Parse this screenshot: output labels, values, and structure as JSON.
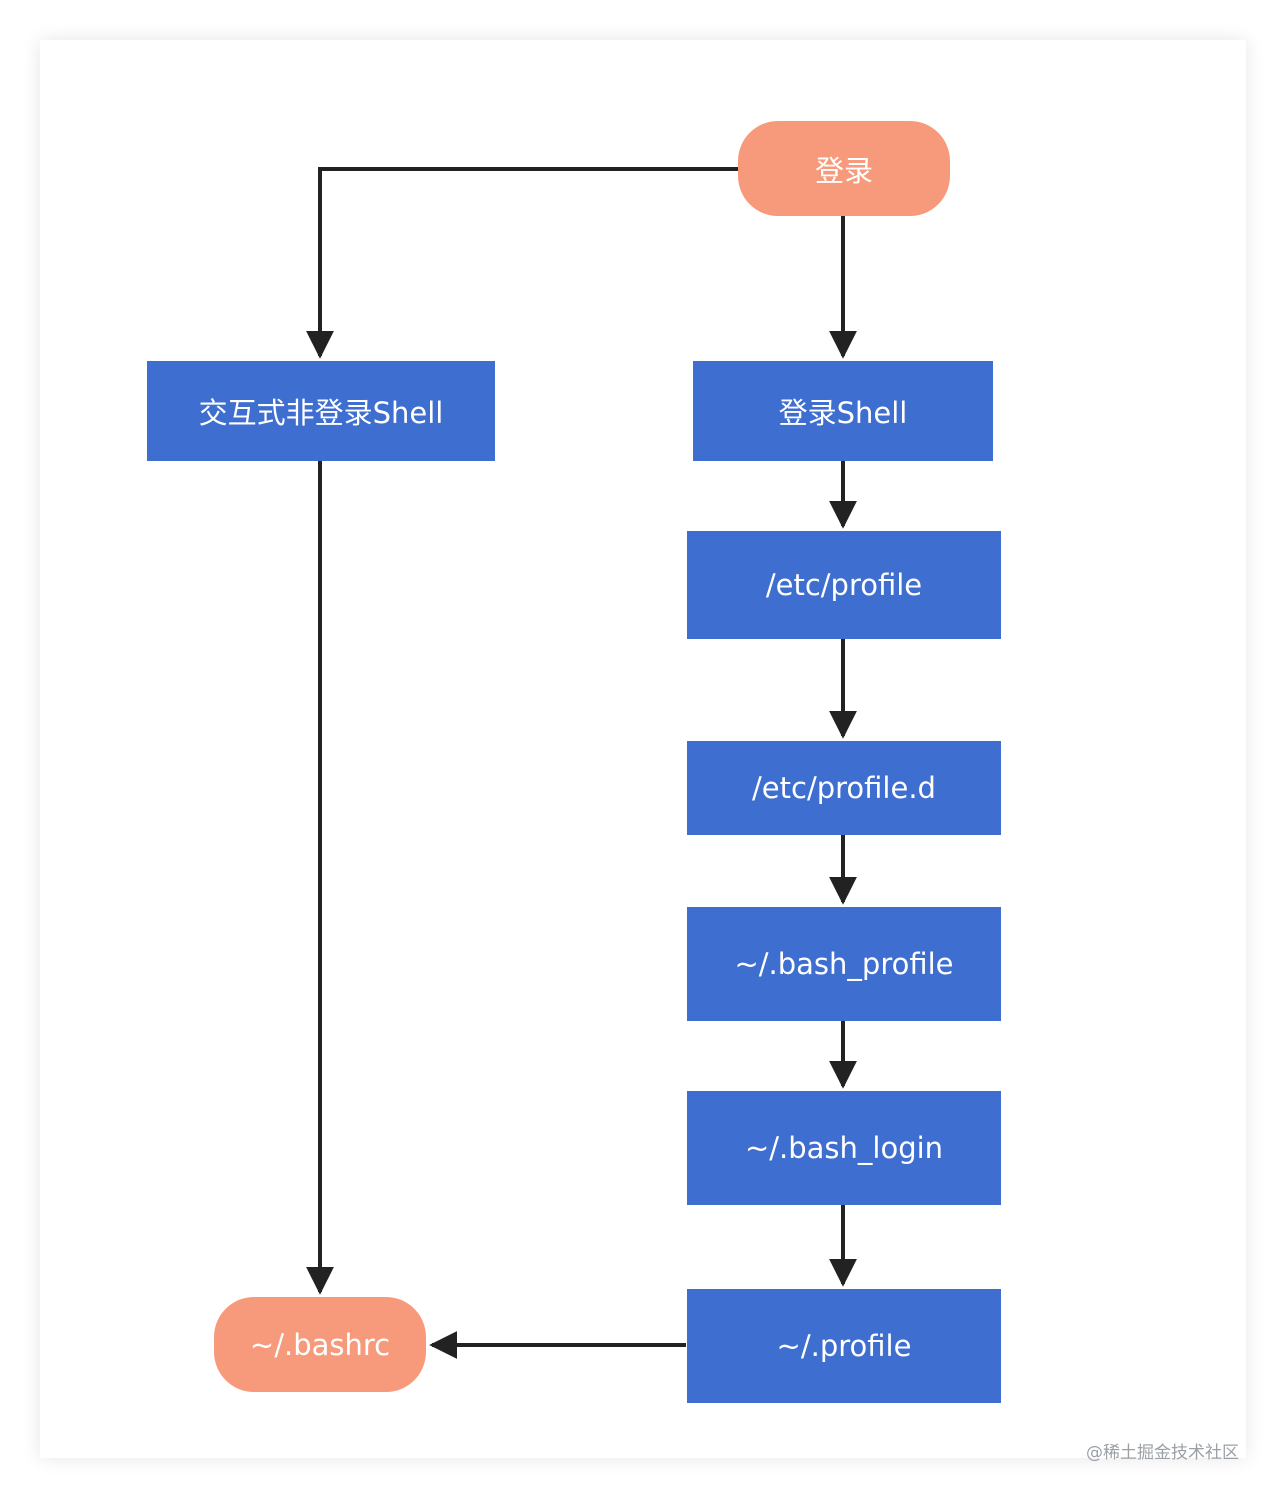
{
  "colors": {
    "terminal_fill": "#f79a7c",
    "process_fill": "#3e6ecf",
    "edge": "#222222",
    "node_text": "#ffffff"
  },
  "nodes": {
    "login": "登录",
    "non_login_shell": "交互式非登录Shell",
    "login_shell": "登录Shell",
    "etc_profile": "/etc/profile",
    "etc_profile_d": "/etc/profile.d",
    "bash_profile": "~/.bash_profile",
    "bash_login": "~/.bash_login",
    "profile": "~/.profile",
    "bashrc": "~/.bashrc"
  },
  "edges": [
    {
      "from": "login",
      "to": "non_login_shell"
    },
    {
      "from": "login",
      "to": "login_shell"
    },
    {
      "from": "login_shell",
      "to": "etc_profile"
    },
    {
      "from": "etc_profile",
      "to": "etc_profile_d"
    },
    {
      "from": "etc_profile_d",
      "to": "bash_profile"
    },
    {
      "from": "bash_profile",
      "to": "bash_login"
    },
    {
      "from": "bash_login",
      "to": "profile"
    },
    {
      "from": "non_login_shell",
      "to": "bashrc"
    },
    {
      "from": "profile",
      "to": "bashrc"
    }
  ],
  "watermark": "@稀土掘金技术社区"
}
